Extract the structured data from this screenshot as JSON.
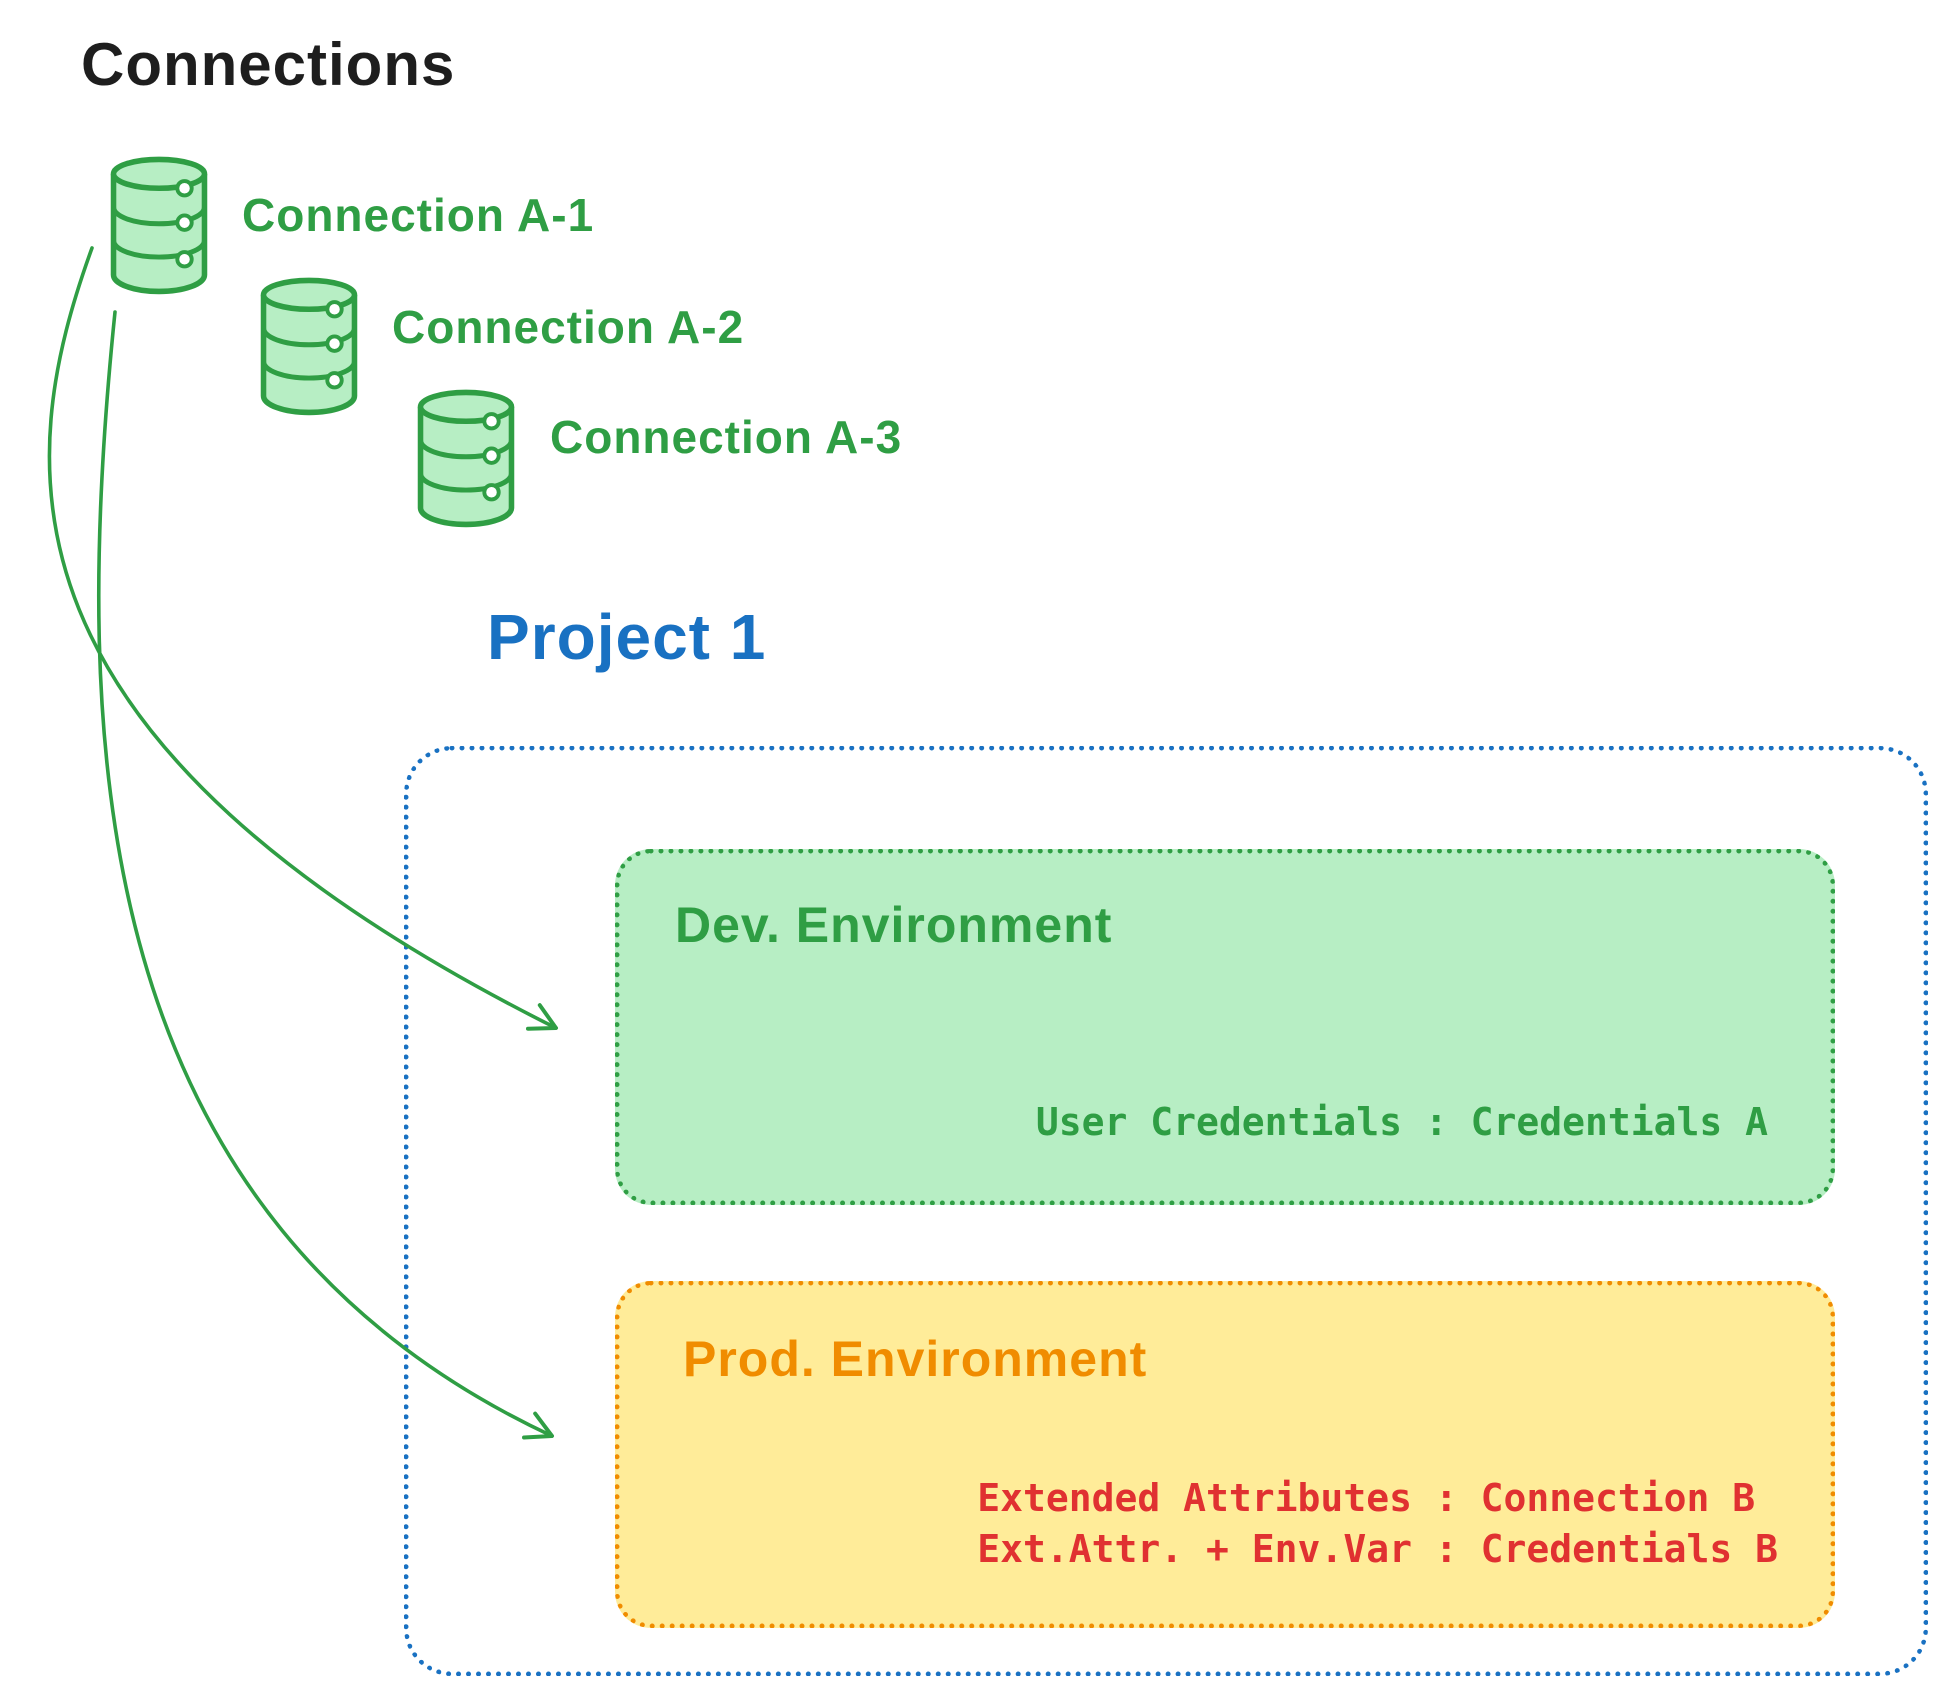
{
  "diagram": {
    "title": "Connections",
    "connections": [
      {
        "label": "Connection A-1",
        "icon": "database-icon"
      },
      {
        "label": "Connection A-2",
        "icon": "database-icon"
      },
      {
        "label": "Connection A-3",
        "icon": "database-icon"
      }
    ],
    "project": {
      "title": "Project 1",
      "dev": {
        "title": "Dev. Environment",
        "credentials": "User Credentials : Credentials A"
      },
      "prod": {
        "title": "Prod. Environment",
        "lines": [
          "Extended Attributes : Connection B",
          "Ext.Attr. + Env.Var : Credentials B"
        ]
      }
    }
  },
  "colors": {
    "green": "#2f9e44",
    "green-fill": "#b7eec4",
    "blue": "#1971c2",
    "orange": "#f08c00",
    "yellow-fill": "#ffec99",
    "red": "#e03131",
    "ink": "#1e1e1e"
  }
}
